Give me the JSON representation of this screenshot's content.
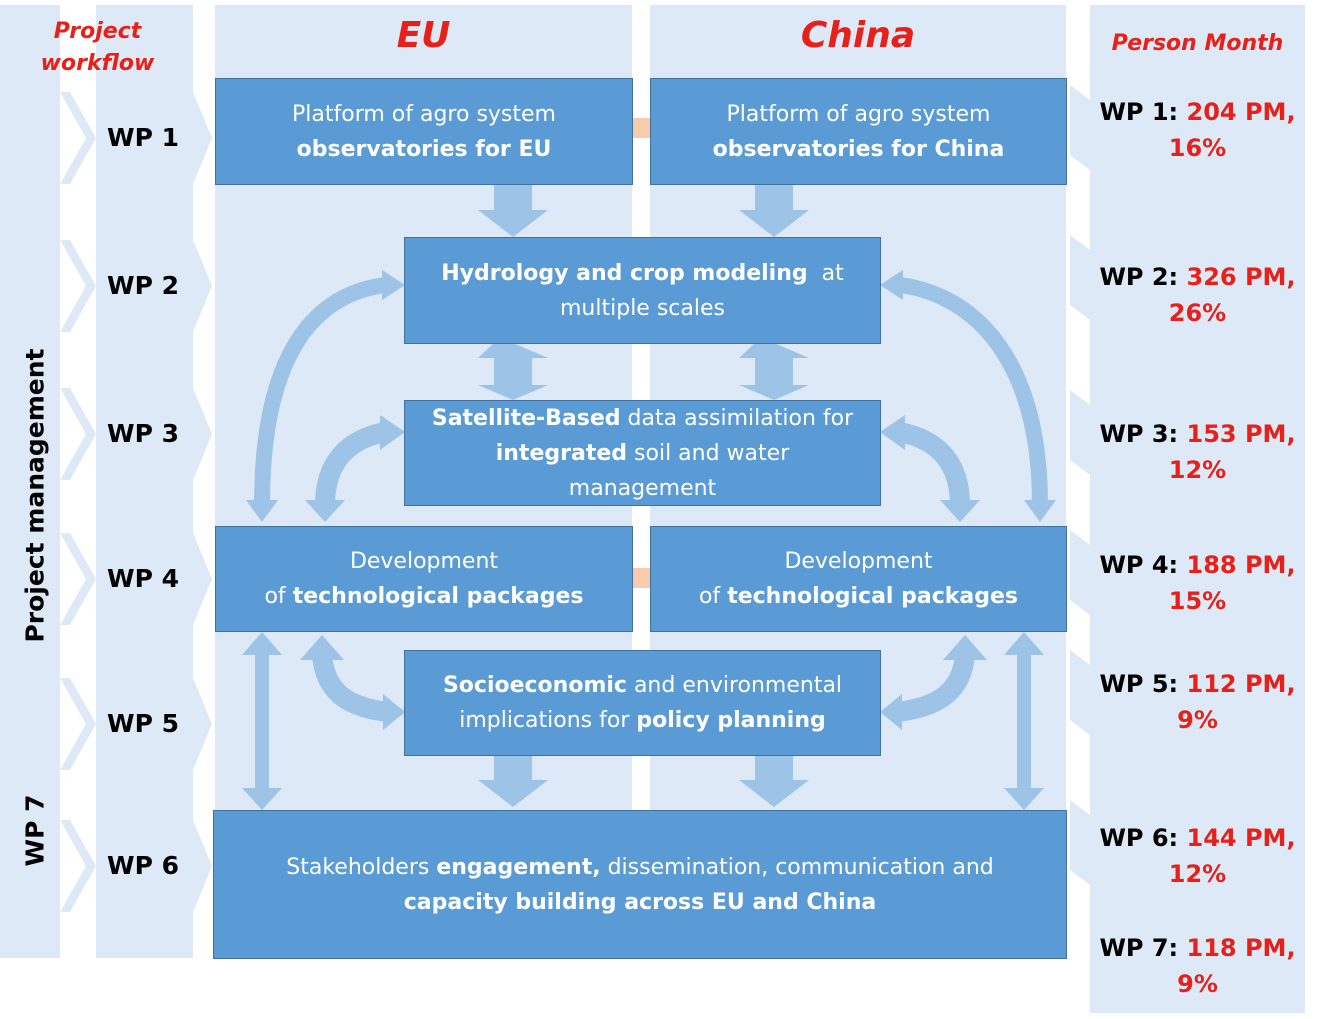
{
  "headers": {
    "workflow_line1": "Project",
    "workflow_line2": "workflow",
    "eu": "EU",
    "china": "China",
    "person_month": "Person Month"
  },
  "side": {
    "project_management": "Project management",
    "wp7": "WP 7"
  },
  "wp_labels": [
    "WP 1",
    "WP 2",
    "WP 3",
    "WP 4",
    "WP 5",
    "WP 6"
  ],
  "boxes": {
    "wp1_eu": {
      "pre": "Platform of agro system",
      "bold": "observatories for EU"
    },
    "wp1_china": {
      "pre": "Platform of agro system",
      "bold": "observatories for China"
    },
    "wp2": {
      "bold": "Hydrology and crop modeling",
      "post": "at",
      "line2": "multiple scales"
    },
    "wp3": {
      "bold1": "Satellite-Based",
      "text1": "data assimilation for",
      "bold2": "integrated",
      "text2": "soil and water",
      "line3": "management"
    },
    "wp4_eu": {
      "line1": "Development",
      "pre": "of",
      "bold": "technological packages"
    },
    "wp4_china": {
      "line1": "Development",
      "pre": "of",
      "bold": "technological packages"
    },
    "wp5": {
      "bold1": "Socioeconomic",
      "text1": "and environmental",
      "text2": "implications for",
      "bold2": "policy planning"
    },
    "wp6": {
      "text1": "Stakeholders",
      "bold1": "engagement,",
      "text2": "dissemination, communication and",
      "bold2": "capacity building across EU and China"
    }
  },
  "person_months": [
    {
      "wp": "WP 1:",
      "pm": "204 PM,",
      "pct": "16%"
    },
    {
      "wp": "WP 2:",
      "pm": "326 PM,",
      "pct": "26%"
    },
    {
      "wp": "WP 3:",
      "pm": "153 PM,",
      "pct": "12%"
    },
    {
      "wp": "WP 4:",
      "pm": "188 PM,",
      "pct": "15%"
    },
    {
      "wp": "WP 5:",
      "pm": "112 PM,",
      "pct": "9%"
    },
    {
      "wp": "WP 6:",
      "pm": "144 PM,",
      "pct": "12%"
    },
    {
      "wp": "WP 7:",
      "pm": "118 PM,",
      "pct": "9%"
    }
  ],
  "colors": {
    "band": "#dde9f6",
    "box": "#5b9bd5",
    "box_border": "#41719c",
    "arrow_blue": "#9dc3e6",
    "arrow_orange": "#f8cbad",
    "accent_red": "#e8201a"
  }
}
